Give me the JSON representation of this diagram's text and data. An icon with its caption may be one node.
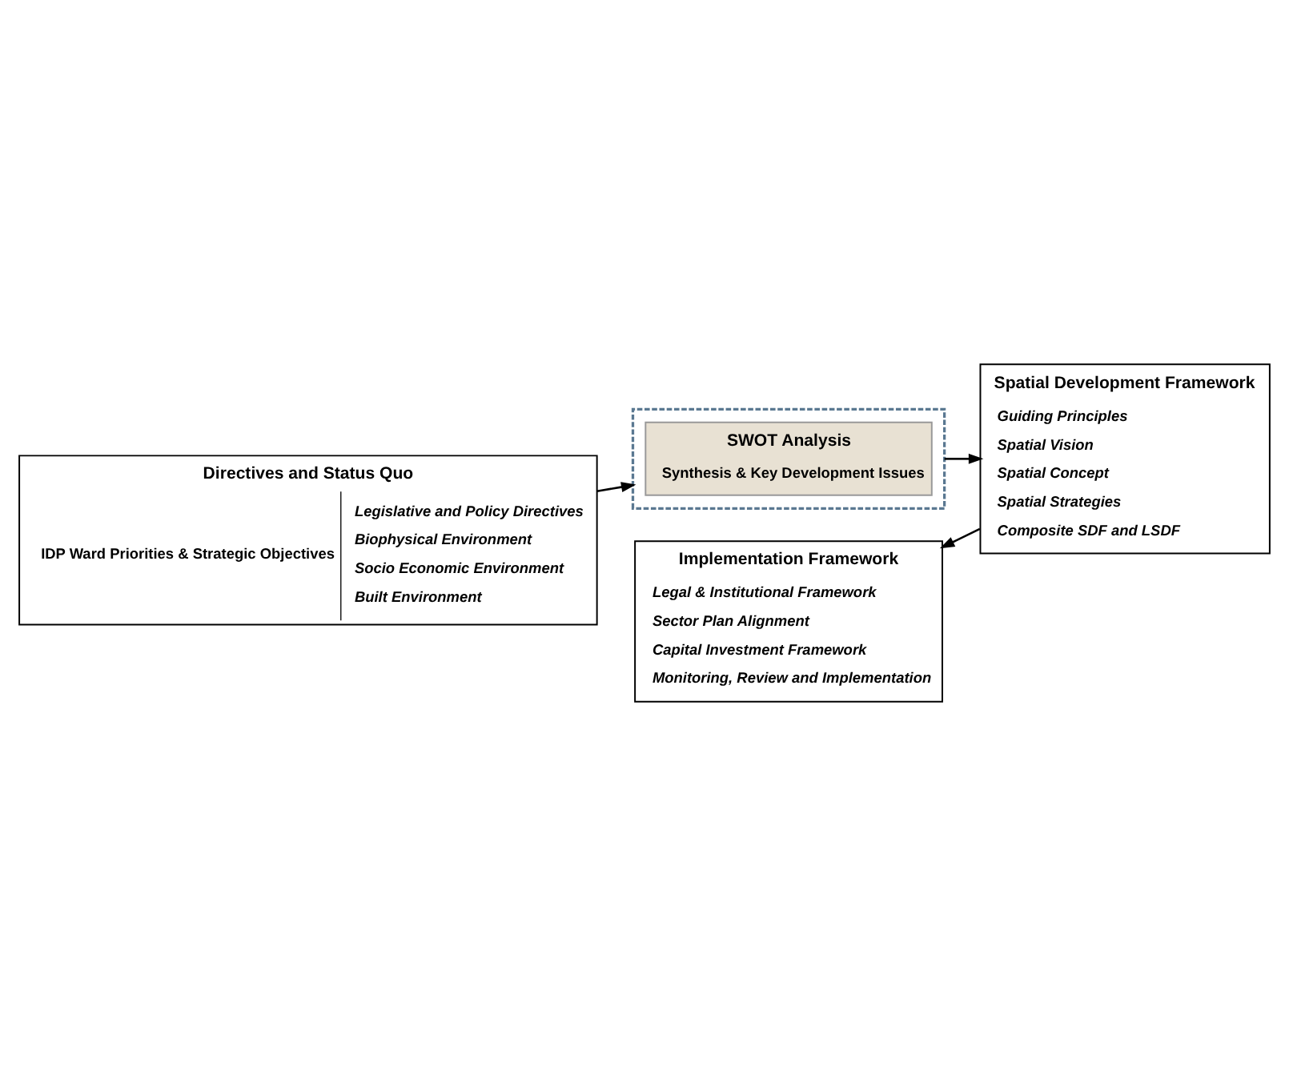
{
  "diagram": {
    "nodes": [
      {
        "text": [
          "Directives and Status Quo",
          "IDP Ward Priorities & Strategic Objectives",
          "Legislative and Policy Directives",
          "Biophysical Environment",
          "Socio Economic Environment",
          "Built Environment"
        ]
      },
      {
        "text": [],
        "shape": "box"
      },
      {
        "text": [
          "SWOT Analysis",
          "Synthesis & Key Development Issues"
        ],
        "in": 1
      },
      {
        "text": [
          "Spatial Development Framework",
          "Guiding Principles",
          "Spatial Vision",
          "Spatial Concept",
          "Spatial Strategies",
          "Composite SDF and LSDF"
        ]
      },
      {
        "text": [
          "Implementation Framework",
          "Legal & Institutional Framework",
          "Sector Plan Alignment",
          "Capital Investment Framework",
          "Monitoring, Review and Implementation"
        ]
      }
    ],
    "edges": [
      {
        "from": 0,
        "to": 1,
        "arrow": "to"
      },
      {
        "from": 1,
        "to": 3,
        "arrow": "to"
      },
      {
        "from": 3,
        "to": 4,
        "arrow": "to"
      }
    ]
  }
}
